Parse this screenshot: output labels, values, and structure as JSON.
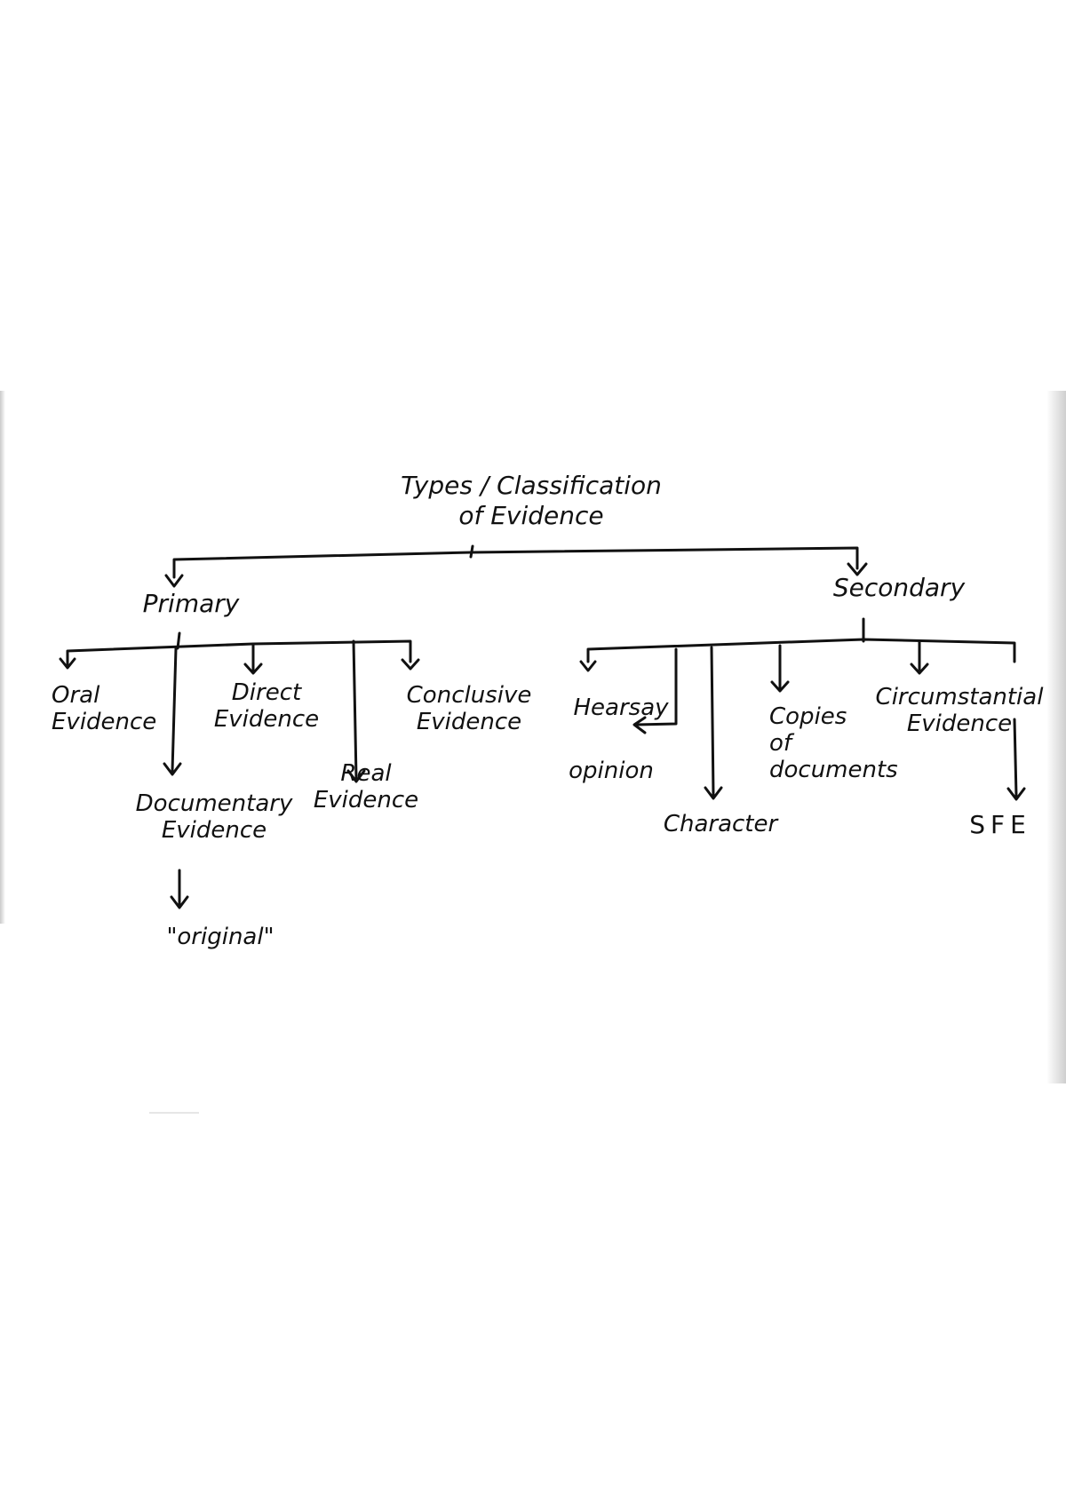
{
  "diagram": {
    "root": "Types / Classification\nof Evidence",
    "primary": {
      "label": "Primary",
      "children": {
        "oral": "Oral\nEvidence",
        "documentary": "Documentary\nEvidence",
        "direct": "Direct\nEvidence",
        "real": "Real\nEvidence",
        "conclusive": "Conclusive\nEvidence"
      },
      "documentary_child": "\"original\""
    },
    "secondary": {
      "label": "Secondary",
      "children": {
        "hearsay": "Hearsay",
        "character": "Character",
        "copies": "Copies\nof\ndocuments",
        "circumstantial": "Circumstantial\nEvidence"
      },
      "hearsay_child": "opinion",
      "circumstantial_child": "SFE"
    }
  },
  "colors": {
    "ink": "#111111",
    "paper": "#ffffff"
  }
}
